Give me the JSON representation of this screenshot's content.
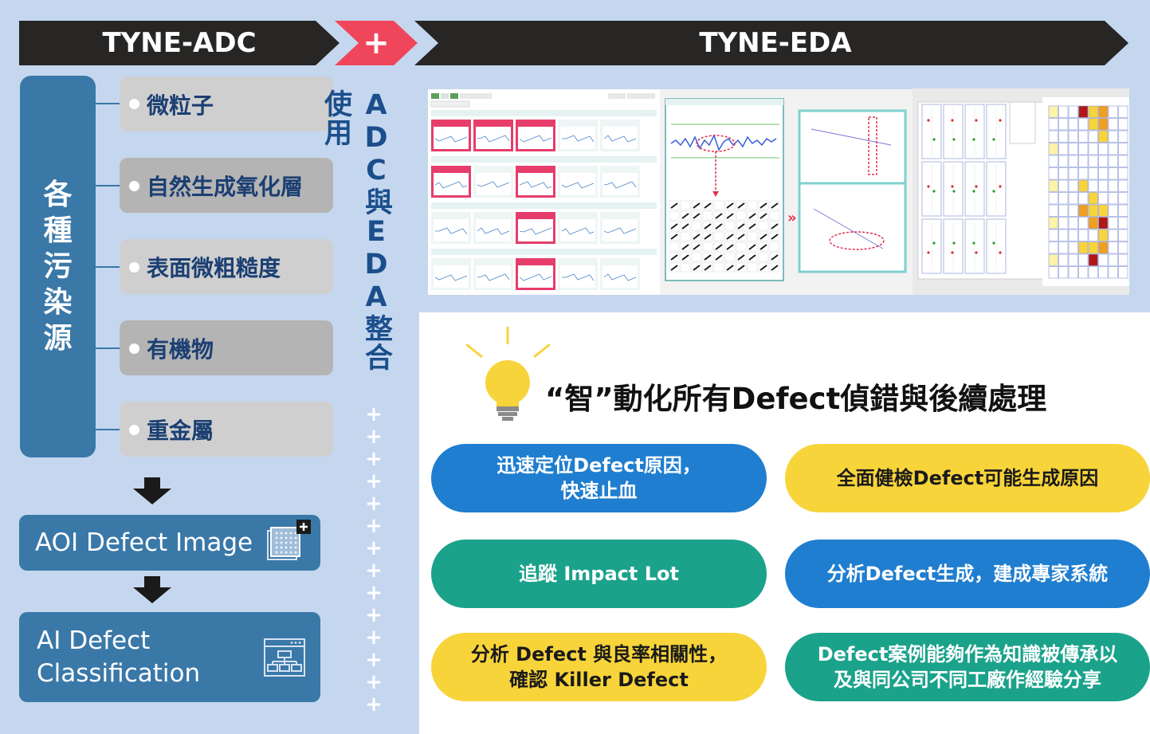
{
  "colors": {
    "background_light_blue": "#c5d7ef",
    "banner_dark": "#272625",
    "banner_plus": "#f0465c",
    "panel_blue": "#3a78a8",
    "pill_blue": "#1f7ecf",
    "pill_yellow": "#f8d43b",
    "pill_green": "#1ba28b"
  },
  "header": {
    "adc_title": "TYNE-ADC",
    "plus": "+",
    "eda_title": "TYNE-EDA"
  },
  "sources": {
    "title": "各\n種\n污\n染\n源",
    "items": [
      {
        "label": "微粒子"
      },
      {
        "label": "自然生成氧化層"
      },
      {
        "label": "表面微粗糙度"
      },
      {
        "label": "有機物"
      },
      {
        "label": "重金屬"
      }
    ]
  },
  "flow": {
    "aoi_label": "AOI Defect Image",
    "ai_label": "AI Defect\nClassification",
    "aoi_icon": "wafer-image-icon",
    "ai_icon": "classification-window-icon"
  },
  "integration": {
    "vertical_text": "ADC與EDA整合使用",
    "plus_count": 14
  },
  "headline": "“智”動化所有Defect偵錯與後續處理",
  "benefits": [
    {
      "text": "迅速定位Defect原因，\n快速止血",
      "color": "blue"
    },
    {
      "text": "全面健檢Defect可能生成原因",
      "color": "yellow"
    },
    {
      "text": "追蹤 Impact Lot",
      "color": "green"
    },
    {
      "text": "分析Defect生成，建成專家系統",
      "color": "blue"
    },
    {
      "text": "分析 Defect 與良率相關性，\n確認 Killer Defect",
      "color": "yellow"
    },
    {
      "text": "Defect案例能夠作為知識被傳承以\n及與同公司不同工廠作經驗分享",
      "color": "green"
    }
  ],
  "icons": {
    "idea": "lightbulb-icon",
    "down": "down-arrow-icon"
  }
}
